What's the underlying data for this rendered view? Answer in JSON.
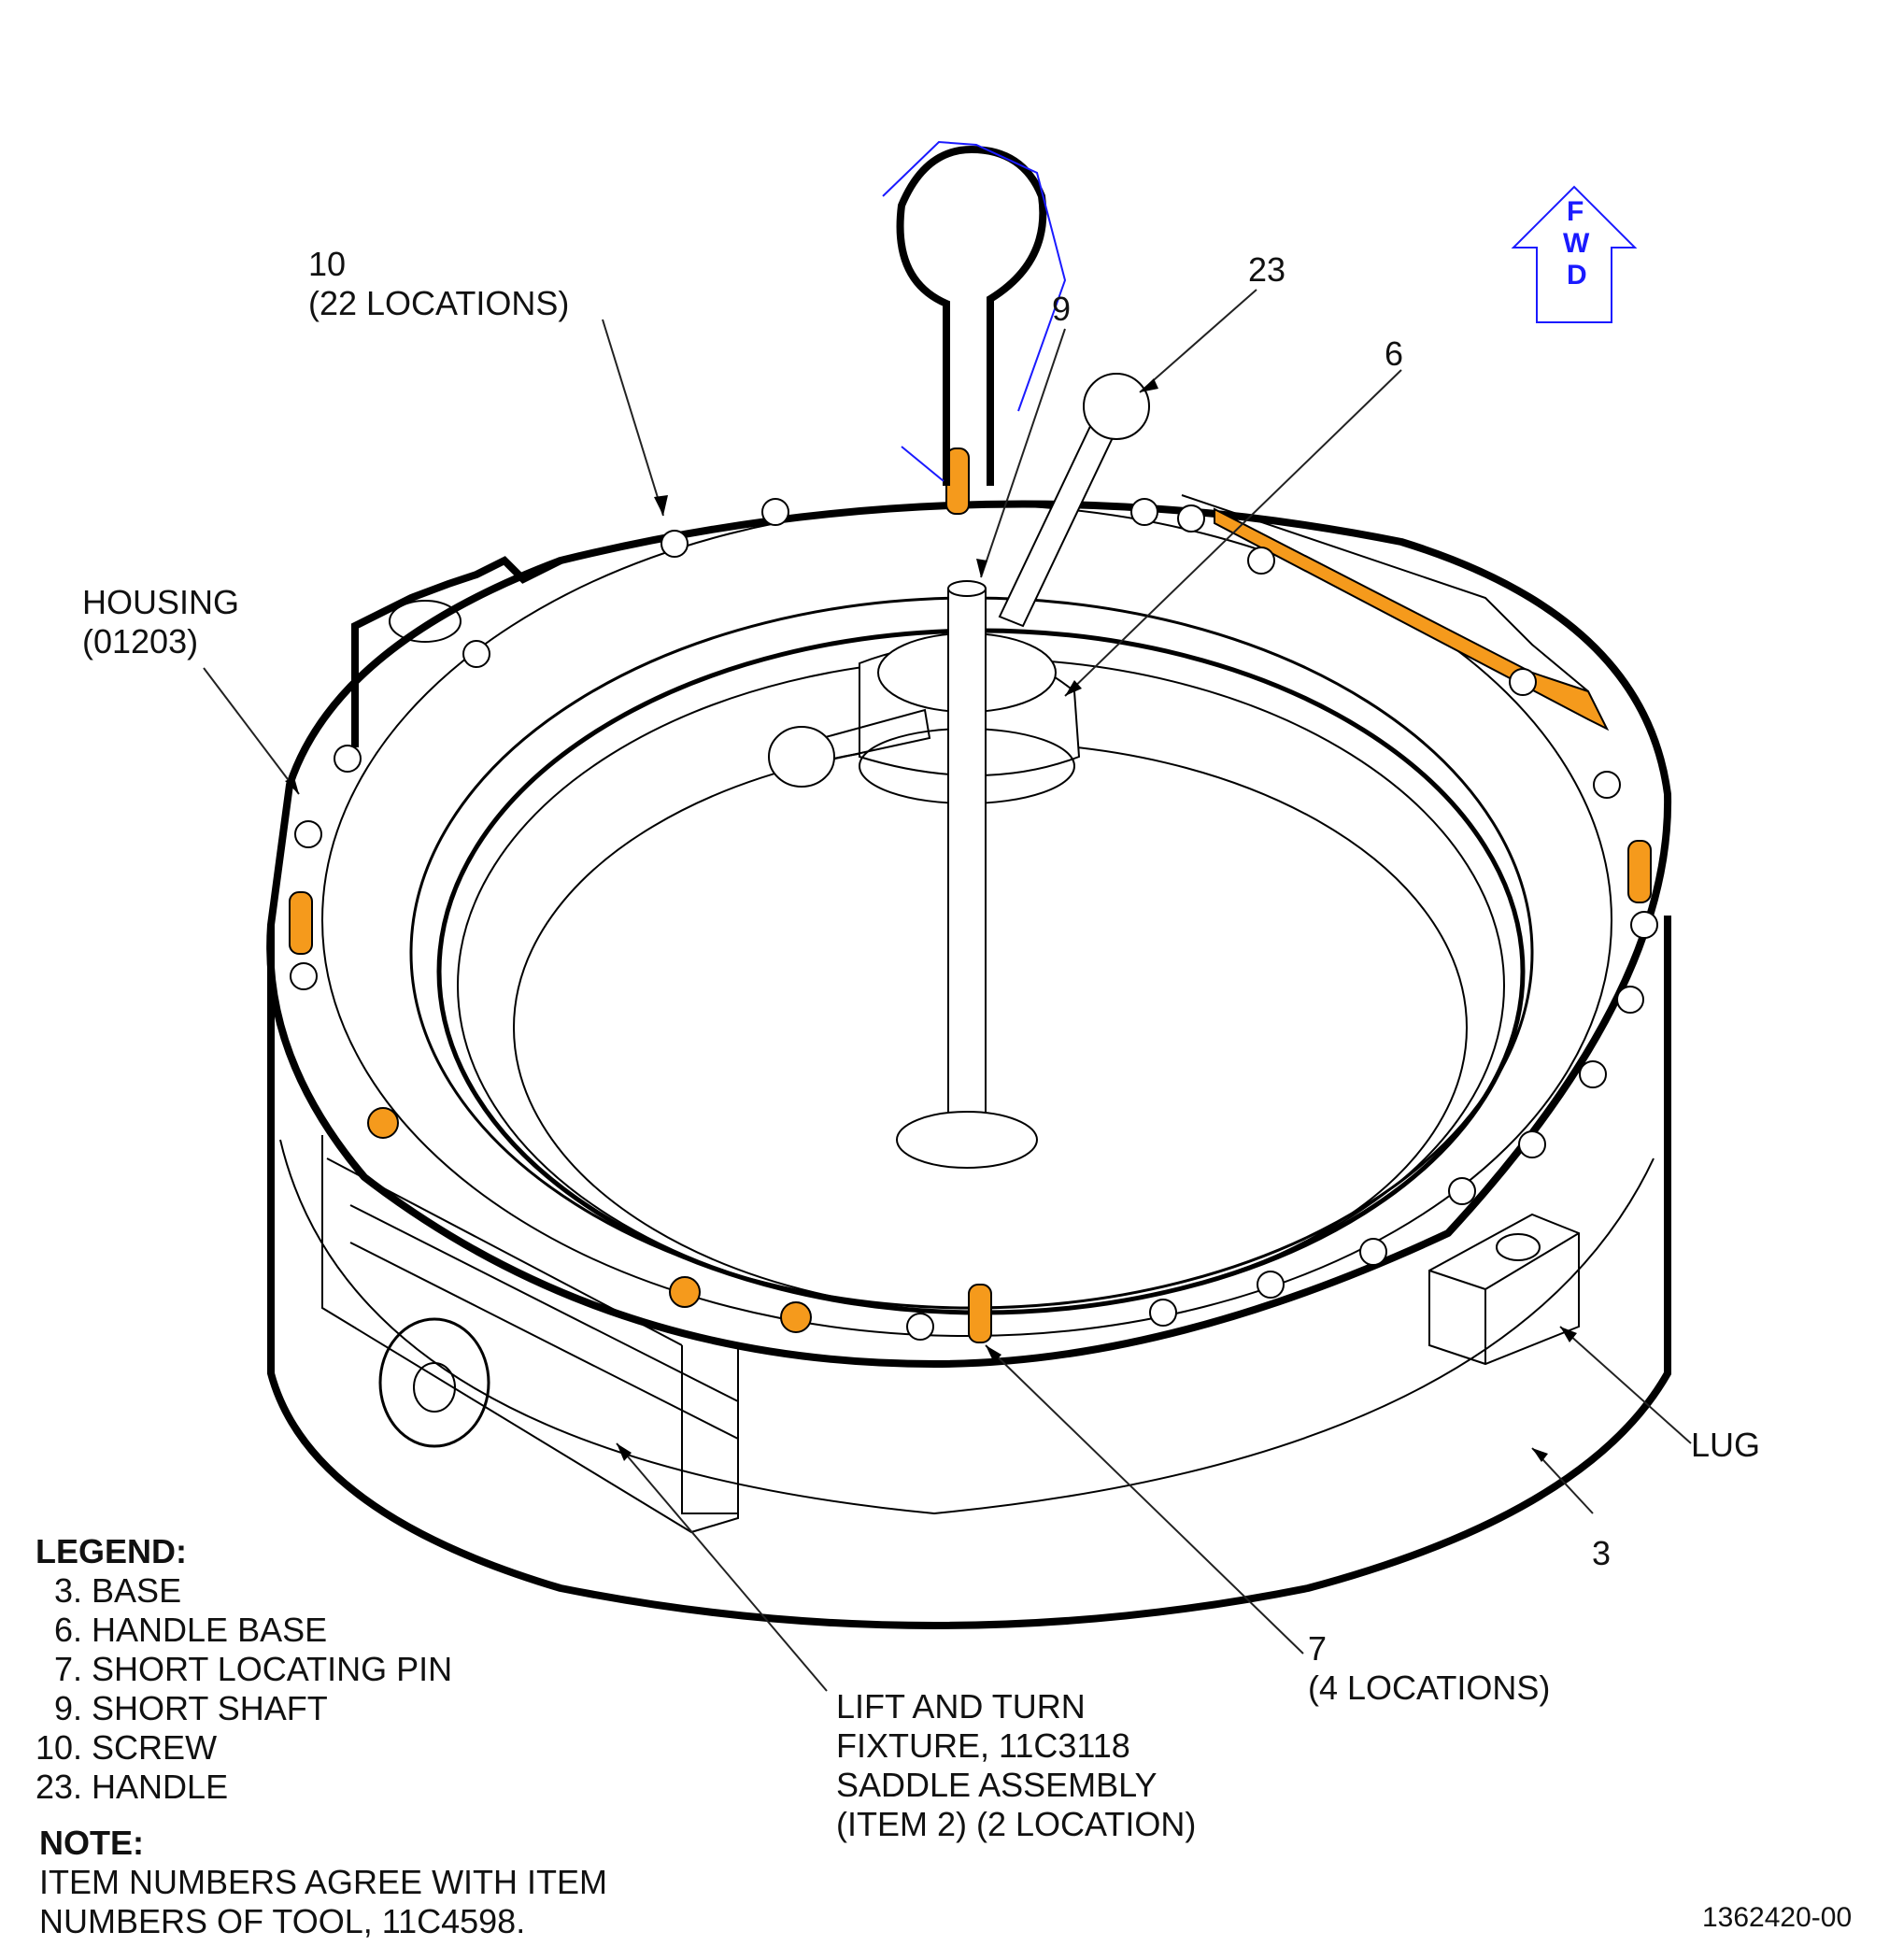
{
  "callouts": {
    "c10": "10",
    "c10_loc": "(22 LOCATIONS)",
    "c23": "23",
    "c9": "9",
    "c6": "6",
    "housing": "HOUSING",
    "housing_code": "(01203)",
    "lug": "LUG",
    "c3": "3",
    "c7": "7",
    "c7_loc": "(4 LOCATIONS)",
    "fixture_l1": "LIFT AND TURN",
    "fixture_l2": "FIXTURE, 11C3118",
    "fixture_l3": "SADDLE ASSEMBLY",
    "fixture_l4": "(ITEM 2) (2 LOCATION)"
  },
  "fwd": {
    "f": "F",
    "w": "W",
    "d": "D"
  },
  "legend": {
    "title": "LEGEND:",
    "items": [
      "  3. BASE",
      "  6. HANDLE BASE",
      "  7. SHORT LOCATING PIN",
      "  9. SHORT SHAFT",
      "10. SCREW",
      "23. HANDLE"
    ]
  },
  "note": {
    "title": "NOTE:",
    "line1": "ITEM NUMBERS AGREE WITH ITEM",
    "line2": "NUMBERS OF TOOL, 11C4598."
  },
  "figure_id": "1362420-00",
  "colors": {
    "highlight": "#f59a1c",
    "fwd_arrow": "#1a1aff",
    "outline": "#000000"
  }
}
